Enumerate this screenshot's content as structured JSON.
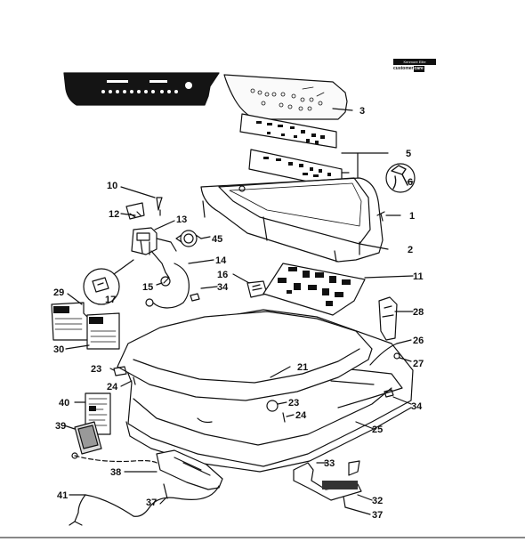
{
  "brand": {
    "top_text": "Kenmore Elite",
    "bottom_text": "customer",
    "bottom_badge": "care"
  },
  "callouts": [
    "1",
    "2",
    "3",
    "5",
    "6",
    "10",
    "11",
    "12",
    "13",
    "14",
    "15",
    "16",
    "17",
    "21",
    "23",
    "24",
    "25",
    "26",
    "27",
    "28",
    "29",
    "30",
    "32",
    "33",
    "34",
    "37",
    "38",
    "39",
    "40",
    "41",
    "45"
  ]
}
